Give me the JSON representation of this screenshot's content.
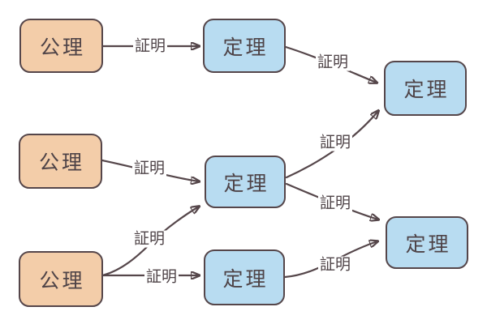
{
  "diagram": {
    "description": "axiom-theorem proof flow diagram",
    "nodes": [
      {
        "id": "axiom-1",
        "type": "axiom",
        "label": "公理"
      },
      {
        "id": "theorem-1",
        "type": "theorem",
        "label": "定理"
      },
      {
        "id": "theorem-2",
        "type": "theorem",
        "label": "定理"
      },
      {
        "id": "axiom-2",
        "type": "axiom",
        "label": "公理"
      },
      {
        "id": "theorem-3",
        "type": "theorem",
        "label": "定理"
      },
      {
        "id": "axiom-3",
        "type": "axiom",
        "label": "公理"
      },
      {
        "id": "theorem-4",
        "type": "theorem",
        "label": "定理"
      },
      {
        "id": "theorem-5",
        "type": "theorem",
        "label": "定理"
      }
    ],
    "edges": [
      {
        "from": "axiom-1",
        "to": "theorem-1",
        "label": "証明"
      },
      {
        "from": "theorem-1",
        "to": "theorem-2",
        "label": "証明"
      },
      {
        "from": "axiom-2",
        "to": "theorem-3",
        "label": "証明"
      },
      {
        "from": "theorem-3",
        "to": "theorem-2",
        "label": "証明"
      },
      {
        "from": "theorem-3",
        "to": "theorem-5",
        "label": "証明"
      },
      {
        "from": "axiom-3",
        "to": "theorem-3",
        "label": "証明"
      },
      {
        "from": "axiom-3",
        "to": "theorem-4",
        "label": "証明"
      },
      {
        "from": "theorem-4",
        "to": "theorem-5",
        "label": "証明"
      }
    ],
    "colors": {
      "axiom_fill": "#f3cda9",
      "theorem_fill": "#b8dcf1",
      "stroke": "#55464a",
      "text": "#4e4347",
      "background": "#ffffff"
    }
  }
}
